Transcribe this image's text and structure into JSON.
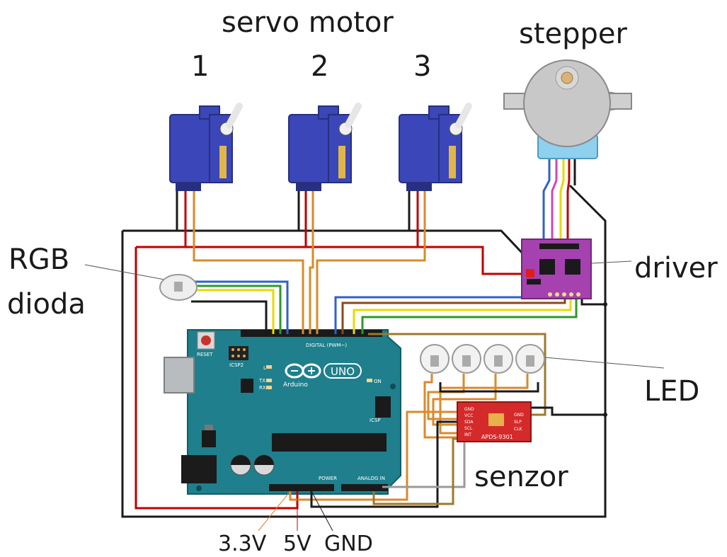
{
  "labels": {
    "servo_title": "servo motor",
    "servo_1": "1",
    "servo_2": "2",
    "servo_3": "3",
    "stepper": "stepper",
    "rgb_line1": "RGB",
    "rgb_line2": "dioda",
    "driver": "driver",
    "led": "LED",
    "senzor": "senzor",
    "v33": "3.3V",
    "v5": "5V",
    "gnd": "GND"
  },
  "board": {
    "name": "Arduino",
    "model": "UNO",
    "reset": "RESET",
    "icsp2": "ICSP2",
    "icsp": "ICSP",
    "digital": "DIGITAL (PWM~)",
    "power": "POWER",
    "analog": "ANALOG IN",
    "led_l": "L",
    "led_tx": "TX",
    "led_rx": "RX",
    "led_on": "ON"
  },
  "sensor_board": {
    "chip": "APDS-9301",
    "pins_left": [
      "GND",
      "VCC",
      "SDA",
      "SCL",
      "INT"
    ],
    "pins_right": [
      "GND",
      "SLP",
      "CLK"
    ]
  },
  "colors": {
    "servo_body": "#3b46b8",
    "arduino_board": "#1f7f8c",
    "driver_board": "#a542b0",
    "sensor_board": "#d52a2a",
    "wire_black": "#1a1a1a",
    "wire_red": "#c00000",
    "wire_orange": "#d98a2b",
    "wire_brown": "#8a4a1a",
    "wire_blue": "#2e62c8",
    "wire_green": "#2a9a2a",
    "wire_yellow": "#e8d900",
    "wire_gray": "#9a9a9a",
    "wire_olive": "#9c7a2a"
  },
  "icons": [
    "servo-motor-icon",
    "stepper-motor-icon",
    "rgb-led-icon",
    "led-icon",
    "arduino-logo-icon"
  ]
}
